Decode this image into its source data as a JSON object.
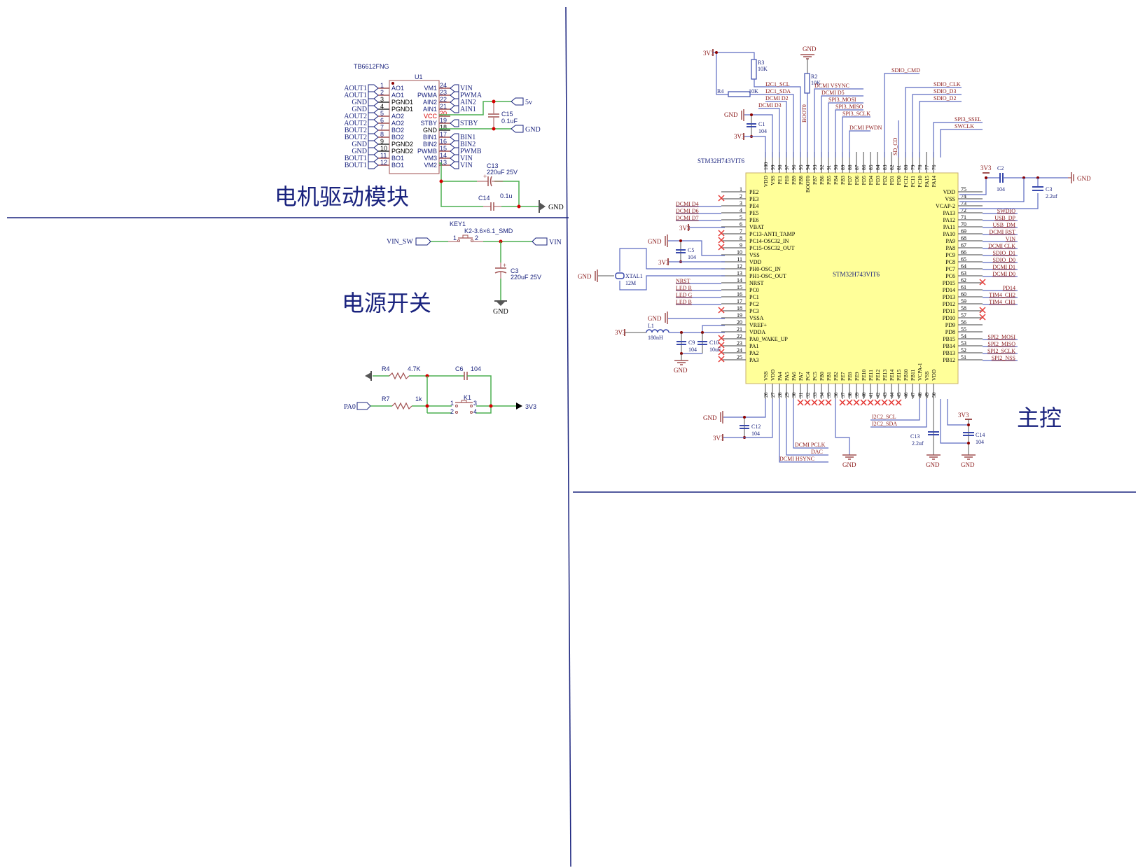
{
  "sections": {
    "motor_driver": {
      "title": "电机驱动模块"
    },
    "power_switch": {
      "title": "电源开关"
    },
    "main_control": {
      "title": "主控"
    }
  },
  "u1": {
    "part": "TB6612FNG",
    "ref": "U1",
    "left_pins": [
      {
        "num": "1",
        "name": "AO1",
        "net": "AOUT1"
      },
      {
        "num": "2",
        "name": "AO1",
        "net": "AOUT1"
      },
      {
        "num": "3",
        "name": "PGND1",
        "net": "GND"
      },
      {
        "num": "4",
        "name": "PGND1",
        "net": "GND"
      },
      {
        "num": "5",
        "name": "AO2",
        "net": "AOUT2"
      },
      {
        "num": "6",
        "name": "AO2",
        "net": "AOUT2"
      },
      {
        "num": "7",
        "name": "BO2",
        "net": "BOUT2"
      },
      {
        "num": "8",
        "name": "BO2",
        "net": "BOUT2"
      },
      {
        "num": "9",
        "name": "PGND2",
        "net": "GND"
      },
      {
        "num": "10",
        "name": "PGND2",
        "net": "GND"
      },
      {
        "num": "11",
        "name": "BO1",
        "net": "BOUT1"
      },
      {
        "num": "12",
        "name": "BO1",
        "net": "BOUT1"
      }
    ],
    "right_pins": [
      {
        "num": "24",
        "name": "VM1",
        "net": "VIN"
      },
      {
        "num": "23",
        "name": "PWMA",
        "net": "PWMA"
      },
      {
        "num": "22",
        "name": "AIN2",
        "net": "AIN2"
      },
      {
        "num": "21",
        "name": "AIN1",
        "net": "AIN1"
      },
      {
        "num": "20",
        "name": "VCC",
        "net": ""
      },
      {
        "num": "19",
        "name": "STBY",
        "net": "STBY"
      },
      {
        "num": "18",
        "name": "GND",
        "net": ""
      },
      {
        "num": "17",
        "name": "BIN1",
        "net": "BIN1"
      },
      {
        "num": "16",
        "name": "BIN2",
        "net": "BIN2"
      },
      {
        "num": "15",
        "name": "PWMB",
        "net": "PWMB"
      },
      {
        "num": "14",
        "name": "VM3",
        "net": "VIN"
      },
      {
        "num": "13",
        "name": "VM2",
        "net": "VIN"
      }
    ],
    "c15": {
      "ref": "C15",
      "value": "0.1uF"
    },
    "net_5v": "5v",
    "net_gnd": "GND",
    "c13": {
      "ref": "C13",
      "value": "220uF 25V"
    },
    "c14": {
      "ref": "C14",
      "value": "0.1u"
    },
    "gnd_label": "GND"
  },
  "power_switch": {
    "key_ref": "KEY1",
    "key_footprint": "K2-3.6×6.1_SMD",
    "pin1": "1",
    "pin2": "2",
    "net_in": "VIN_SW",
    "net_out": "VIN",
    "c3": {
      "ref": "C3",
      "value": "220uF 25V"
    },
    "gnd_label": "GND"
  },
  "reset_circuit": {
    "r4": {
      "ref": "R4",
      "value": "4.7K"
    },
    "r7": {
      "ref": "R7",
      "value": "1k"
    },
    "c6": {
      "ref": "C6",
      "value": "104"
    },
    "k1": {
      "ref": "K1",
      "pins": [
        "1",
        "2",
        "3",
        "4"
      ]
    },
    "net_in": "PA0",
    "net_out": "3V3"
  },
  "mcu": {
    "part": "STM32H743VIT6",
    "center_label": "STM32H743VIT6",
    "left_pins": [
      {
        "num": "1",
        "name": "PE2",
        "net": "",
        "nc": false
      },
      {
        "num": "2",
        "name": "PE3",
        "net": "",
        "nc": true
      },
      {
        "num": "3",
        "name": "PE4",
        "net": "DCMI D4",
        "nc": false
      },
      {
        "num": "4",
        "name": "PE5",
        "net": "DCMI D6",
        "nc": false
      },
      {
        "num": "5",
        "name": "PE6",
        "net": "DCMI D7",
        "nc": false
      },
      {
        "num": "6",
        "name": "VBAT",
        "net": "",
        "nc": false
      },
      {
        "num": "7",
        "name": "PC13-ANTI_TAMP",
        "net": "",
        "nc": true
      },
      {
        "num": "8",
        "name": "PC14-OSC32_IN",
        "net": "",
        "nc": true
      },
      {
        "num": "9",
        "name": "PC15-OSC32_OUT",
        "net": "",
        "nc": true
      },
      {
        "num": "10",
        "name": "VSS",
        "net": "",
        "nc": false
      },
      {
        "num": "11",
        "name": "VDD",
        "net": "",
        "nc": false
      },
      {
        "num": "12",
        "name": "PH0-OSC_IN",
        "net": "",
        "nc": false
      },
      {
        "num": "13",
        "name": "PH1-OSC_OUT",
        "net": "",
        "nc": false
      },
      {
        "num": "14",
        "name": "NRST",
        "net": "NRST",
        "nc": false
      },
      {
        "num": "15",
        "name": "PC0",
        "net": "LED R",
        "nc": false
      },
      {
        "num": "16",
        "name": "PC1",
        "net": "LED G",
        "nc": false
      },
      {
        "num": "17",
        "name": "PC2",
        "net": "LED B",
        "nc": false
      },
      {
        "num": "18",
        "name": "PC3",
        "net": "",
        "nc": true
      },
      {
        "num": "19",
        "name": "VSSA",
        "net": "",
        "nc": false
      },
      {
        "num": "20",
        "name": "VREF+",
        "net": "",
        "nc": false
      },
      {
        "num": "21",
        "name": "VDDA",
        "net": "",
        "nc": false
      },
      {
        "num": "22",
        "name": "PA0_WAKE_UP",
        "net": "",
        "nc": true
      },
      {
        "num": "23",
        "name": "PA1",
        "net": "",
        "nc": true
      },
      {
        "num": "24",
        "name": "PA2",
        "net": "",
        "nc": true
      },
      {
        "num": "25",
        "name": "PA3",
        "net": "",
        "nc": true
      }
    ],
    "right_pins": [
      {
        "num": "75",
        "name": "VDD",
        "net": "",
        "nc": false
      },
      {
        "num": "74",
        "name": "VSS",
        "net": "",
        "nc": false
      },
      {
        "num": "73",
        "name": "VCAP-2",
        "net": "",
        "nc": false
      },
      {
        "num": "72",
        "name": "PA13",
        "net": "SWDIO",
        "nc": false
      },
      {
        "num": "71",
        "name": "PA12",
        "net": "USB_DP",
        "nc": false
      },
      {
        "num": "70",
        "name": "PA11",
        "net": "USB_DM",
        "nc": false
      },
      {
        "num": "69",
        "name": "PA10",
        "net": "DCMI RST",
        "nc": false
      },
      {
        "num": "68",
        "name": "PA9",
        "net": "VIN",
        "nc": false
      },
      {
        "num": "67",
        "name": "PA8",
        "net": "DCMI CLK",
        "nc": false
      },
      {
        "num": "66",
        "name": "PC9",
        "net": "SDIO_D1",
        "nc": false
      },
      {
        "num": "65",
        "name": "PC8",
        "net": "SDIO_D0",
        "nc": false
      },
      {
        "num": "64",
        "name": "PC7",
        "net": "DCMI D1",
        "nc": false
      },
      {
        "num": "63",
        "name": "PC6",
        "net": "DCMI D0",
        "nc": false
      },
      {
        "num": "62",
        "name": "PD15",
        "net": "",
        "nc": true
      },
      {
        "num": "61",
        "name": "PD14",
        "net": "PD14",
        "nc": false
      },
      {
        "num": "60",
        "name": "PD13",
        "net": "TIM4_CH2",
        "nc": false
      },
      {
        "num": "59",
        "name": "PD12",
        "net": "TIM4_CH1",
        "nc": false
      },
      {
        "num": "58",
        "name": "PD11",
        "net": "",
        "nc": true
      },
      {
        "num": "57",
        "name": "PD10",
        "net": "",
        "nc": true
      },
      {
        "num": "56",
        "name": "PD9",
        "net": "",
        "nc": false
      },
      {
        "num": "55",
        "name": "PD8",
        "net": "",
        "nc": false
      },
      {
        "num": "54",
        "name": "PB15",
        "net": "SPI2_MOSI",
        "nc": false
      },
      {
        "num": "53",
        "name": "PB14",
        "net": "SPI2_MISO",
        "nc": false
      },
      {
        "num": "52",
        "name": "PB13",
        "net": "SPI2_SCLK",
        "nc": false
      },
      {
        "num": "51",
        "name": "PB12",
        "net": "SPI2_NSS",
        "nc": false
      }
    ],
    "top_pins": [
      {
        "num": "100",
        "name": "VDD"
      },
      {
        "num": "99",
        "name": "VSS"
      },
      {
        "num": "98",
        "name": "PE1"
      },
      {
        "num": "97",
        "name": "PE0"
      },
      {
        "num": "96",
        "name": "PB9"
      },
      {
        "num": "95",
        "name": "PB8"
      },
      {
        "num": "94",
        "name": "BOOT0"
      },
      {
        "num": "93",
        "name": "PB7"
      },
      {
        "num": "92",
        "name": "PB6"
      },
      {
        "num": "91",
        "name": "PB5"
      },
      {
        "num": "90",
        "name": "PB4"
      },
      {
        "num": "89",
        "name": "PB3"
      },
      {
        "num": "88",
        "name": "PD7"
      },
      {
        "num": "87",
        "name": "PD6"
      },
      {
        "num": "86",
        "name": "PD5"
      },
      {
        "num": "85",
        "name": "PD4"
      },
      {
        "num": "84",
        "name": "PD3"
      },
      {
        "num": "83",
        "name": "PD2"
      },
      {
        "num": "82",
        "name": "PD1"
      },
      {
        "num": "81",
        "name": "PD0"
      },
      {
        "num": "80",
        "name": "PC12"
      },
      {
        "num": "79",
        "name": "PC11"
      },
      {
        "num": "78",
        "name": "PC10"
      },
      {
        "num": "77",
        "name": "PA15"
      },
      {
        "num": "76",
        "name": "PA14"
      }
    ],
    "bottom_pins": [
      {
        "num": "26",
        "name": "VSS"
      },
      {
        "num": "27",
        "name": "VDD"
      },
      {
        "num": "28",
        "name": "PA4"
      },
      {
        "num": "29",
        "name": "PA5"
      },
      {
        "num": "30",
        "name": "PA6"
      },
      {
        "num": "31",
        "name": "PA7"
      },
      {
        "num": "32",
        "name": "PC4"
      },
      {
        "num": "33",
        "name": "PC5"
      },
      {
        "num": "34",
        "name": "PB0"
      },
      {
        "num": "35",
        "name": "PB1"
      },
      {
        "num": "36",
        "name": "PB2"
      },
      {
        "num": "37",
        "name": "PE7"
      },
      {
        "num": "38",
        "name": "PE8"
      },
      {
        "num": "39",
        "name": "PE9"
      },
      {
        "num": "40",
        "name": "PE10"
      },
      {
        "num": "41",
        "name": "PE11"
      },
      {
        "num": "42",
        "name": "PE12"
      },
      {
        "num": "43",
        "name": "PE13"
      },
      {
        "num": "44",
        "name": "PE14"
      },
      {
        "num": "45",
        "name": "PE15"
      },
      {
        "num": "46",
        "name": "PB10"
      },
      {
        "num": "47",
        "name": "PB11"
      },
      {
        "num": "48",
        "name": "VCPA-1"
      },
      {
        "num": "49",
        "name": "VSS"
      },
      {
        "num": "50",
        "name": "VDD"
      }
    ],
    "top_nets": {
      "i2c1_scl": "I2C1_SCL",
      "i2c1_sda": "I2C1_SDA",
      "dcmi_d2": "DCMI D2",
      "dcmi_d3": "DCMI D3",
      "boot0": "BOOT0",
      "dcmi_vsync": "DCMI VSYNC",
      "dcmi_d5": "DCMI D5",
      "spi3_mosi": "SPI3_MOSI",
      "spi3_miso": "SPI3_MISO",
      "spi3_sclk": "SPI3_SCLK",
      "dcmi_pwdn": "DCMI PWDN",
      "sd_cd": "SD_CD",
      "sdio_cmd": "SDIO_CMD",
      "sdio_clk": "SDIO_CLK",
      "sdio_d3": "SDIO_D3",
      "sdio_d2": "SDIO_D2",
      "spi3_ssel": "SPI3_SSEL",
      "swclk": "SWCLK"
    },
    "bottom_nets": {
      "dcmi_pclk": "DCMI PCLK",
      "dac": "DAC",
      "dcmi_hsync": "DCMI HSYNC",
      "i2c2_scl": "I2C2_SCL",
      "i2c2_sda": "I2C2_SDA"
    },
    "parts": {
      "r3": {
        "ref": "R3",
        "value": "10K"
      },
      "r4": {
        "ref": "R4",
        "value": "10K"
      },
      "r2": {
        "ref": "R2",
        "value": "10K"
      },
      "c1": {
        "ref": "C1",
        "value": "104"
      },
      "c2": {
        "ref": "C2",
        "value": "104"
      },
      "c3": {
        "ref": "C3",
        "value": "2.2uf"
      },
      "c5": {
        "ref": "C5",
        "value": "104"
      },
      "xtal": {
        "ref": "XTAL1",
        "value": "12M"
      },
      "l1": {
        "ref": "L1",
        "value": "180nH"
      },
      "c9": {
        "ref": "C9",
        "value": "104"
      },
      "c10": {
        "ref": "C10",
        "value": "10uF"
      },
      "c12": {
        "ref": "C12",
        "value": "104"
      },
      "c13": {
        "ref": "C13",
        "value": "2.2uf"
      },
      "c14": {
        "ref": "C14",
        "value": "104"
      }
    },
    "power": {
      "v3": "3V3",
      "gnd": "GND"
    }
  }
}
